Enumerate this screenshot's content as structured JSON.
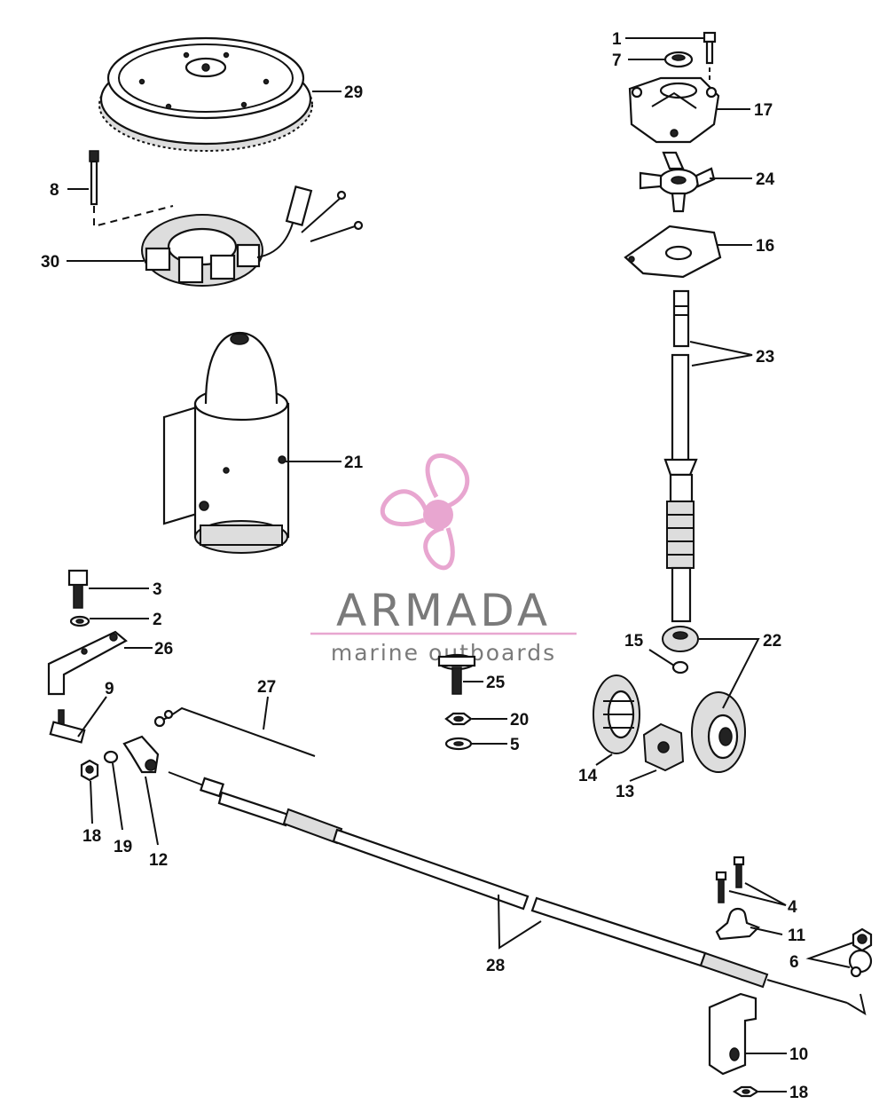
{
  "watermark": {
    "brand": "ARMADA",
    "tagline": "marine outboards",
    "accent_color": "#e8a6d0",
    "text_color": "#7a7a7a"
  },
  "callouts": {
    "c29": "29",
    "c8": "8",
    "c30": "30",
    "c21": "21",
    "c3": "3",
    "c2": "2",
    "c26": "26",
    "c9": "9",
    "c18a": "18",
    "c19": "19",
    "c12": "12",
    "c27": "27",
    "c28": "28",
    "c25": "25",
    "c20": "20",
    "c5": "5",
    "c1": "1",
    "c7": "7",
    "c17": "17",
    "c24": "24",
    "c16": "16",
    "c23": "23",
    "c15": "15",
    "c22": "22",
    "c14": "14",
    "c13": "13",
    "c4": "4",
    "c11": "11",
    "c6": "6",
    "c10": "10",
    "c18b": "18"
  }
}
